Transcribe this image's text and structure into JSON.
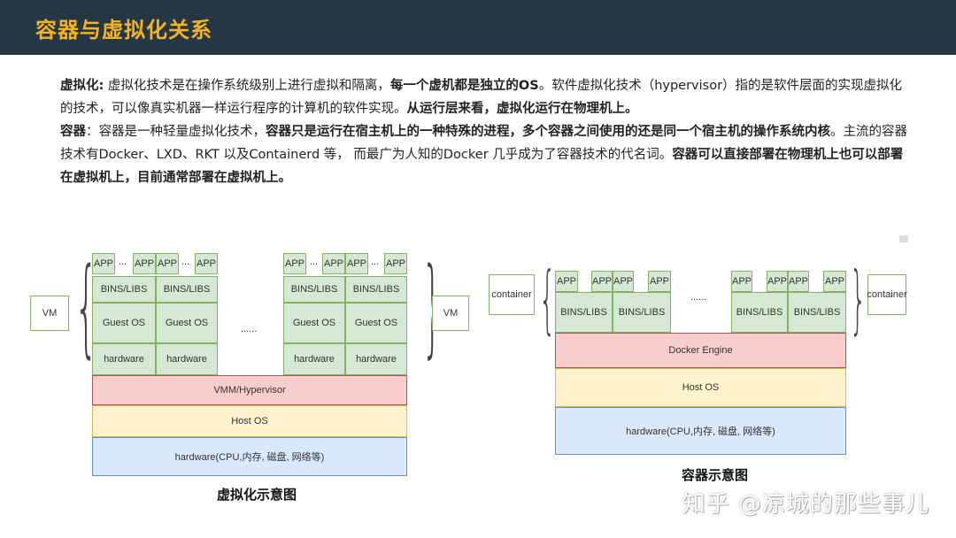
{
  "header": {
    "title": "容器与虚拟化关系"
  },
  "description": {
    "p1_label": "虚拟化:",
    "p1_text1": " 虚拟化技术是在操作系统级别上进行虚拟和隔离，",
    "p1_bold1": "每一个虚机都是独立的OS",
    "p1_text2": "。软件虚拟化技术（hypervisor）指的是软件层面的实现虚拟化的技术，可以像真实机器一样运行程序的计算机的软件实现。",
    "p1_bold2": "从运行层来看，虚拟化运行在物理机上。",
    "p2_label": "容器",
    "p2_text1": "：容器是一种轻量虚拟化技术，",
    "p2_bold1": "容器只是运行在宿主机上的一种特殊的进程，多个容器之间使用的还是同一个宿主机的操作系统内核",
    "p2_text2": "。主流的容器技术有Docker、LXD、RKT 以及Containerd 等， 而最广为人知的Docker 几乎成为了容器技术的代名词。",
    "p2_bold2": "容器可以直接部署在物理机上也可以部署在虚拟机上，目前通常部署在虚拟机上。"
  },
  "vm_diagram": {
    "caption": "虚拟化示意图",
    "side_label_left": "VM",
    "side_label_right": "VM",
    "app": "APP",
    "ellipsis_small": "...",
    "ellipsis": "......",
    "bins": "BINS/LIBS",
    "guest_os": "Guest OS",
    "hardware": "hardware",
    "vmm": "VMM/Hypervisor",
    "host_os": "Host OS",
    "physical": "hardware(CPU,内存, 磁盘, 网络等)"
  },
  "container_diagram": {
    "caption": "容器示意图",
    "side_label_left": "container",
    "side_label_right": "container",
    "app": "APP",
    "ellipsis": "......",
    "bins": "BINS/LIBS",
    "engine": "Docker Engine",
    "host_os": "Host OS",
    "physical": "hardware(CPU,内存, 磁盘, 网络等)"
  },
  "watermark": "知乎 @凉城的那些事儿"
}
